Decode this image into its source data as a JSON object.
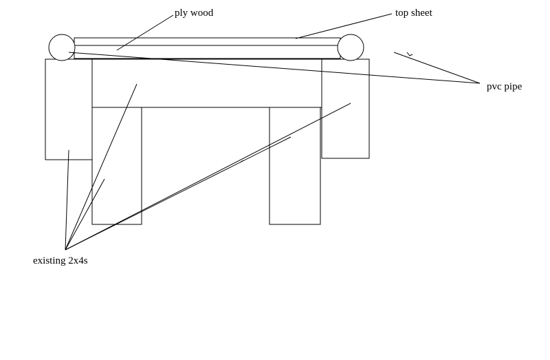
{
  "diagram": {
    "labels": {
      "ply_wood": "ply wood",
      "top_sheet": "top sheet",
      "pvc_pipe": "pvc pipe",
      "existing": "existing 2x4s"
    },
    "colors": {
      "line": "#000000",
      "background": "#ffffff"
    }
  }
}
